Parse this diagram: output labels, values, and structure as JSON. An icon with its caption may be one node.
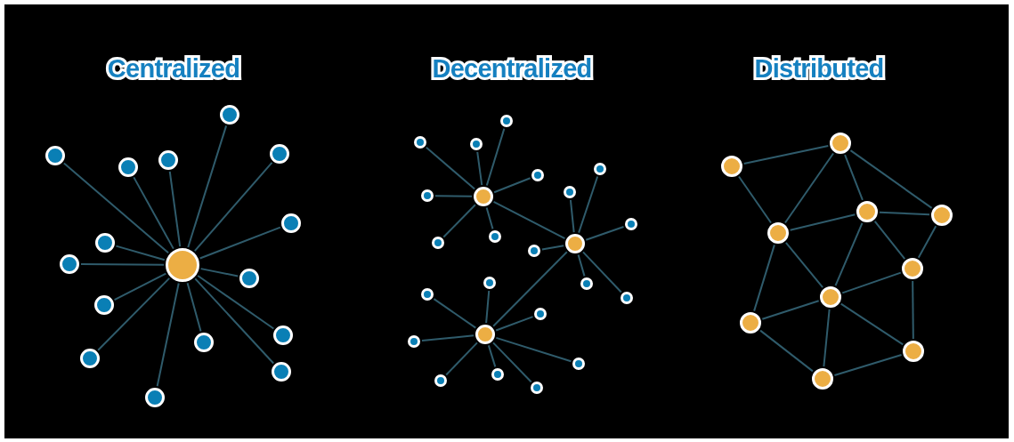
{
  "diagram": {
    "nodes": [
      {
        "text": [],
        "shape": "circle"
      },
      {
        "text": [],
        "shape": "circle"
      },
      {
        "text": [],
        "shape": "circle"
      },
      {
        "text": [],
        "shape": "circle"
      },
      {
        "text": [],
        "shape": "circle"
      },
      {
        "text": [],
        "shape": "circle"
      },
      {
        "text": [],
        "shape": "circle"
      },
      {
        "text": [],
        "shape": "circle"
      },
      {
        "text": [],
        "shape": "circle"
      },
      {
        "text": [],
        "shape": "circle"
      },
      {
        "text": [],
        "shape": "circle"
      },
      {
        "text": [],
        "shape": "circle"
      },
      {
        "text": [],
        "shape": "circle"
      },
      {
        "text": [],
        "shape": "circle"
      },
      {
        "text": [],
        "shape": "circle"
      },
      {
        "text": [],
        "shape": "circle"
      },
      {
        "text": [],
        "shape": "circle"
      },
      {
        "text": [],
        "shape": "circle"
      },
      {
        "text": [],
        "shape": "circle"
      },
      {
        "text": [],
        "shape": "circle"
      },
      {
        "text": [],
        "shape": "circle"
      },
      {
        "text": [],
        "shape": "circle"
      },
      {
        "text": [],
        "shape": "circle"
      },
      {
        "text": [],
        "shape": "circle"
      },
      {
        "text": [],
        "shape": "circle"
      },
      {
        "text": [],
        "shape": "circle"
      },
      {
        "text": [],
        "shape": "circle"
      },
      {
        "text": [],
        "shape": "circle"
      },
      {
        "text": [],
        "shape": "circle"
      },
      {
        "text": [],
        "shape": "circle"
      },
      {
        "text": [],
        "shape": "circle"
      },
      {
        "text": [],
        "shape": "circle"
      },
      {
        "text": [],
        "shape": "circle"
      },
      {
        "text": [],
        "shape": "circle"
      },
      {
        "text": [],
        "shape": "circle"
      },
      {
        "text": [],
        "shape": "circle"
      },
      {
        "text": [],
        "shape": "circle"
      },
      {
        "text": [],
        "shape": "circle"
      },
      {
        "text": [],
        "shape": "circle"
      },
      {
        "text": [],
        "shape": "circle"
      },
      {
        "text": [],
        "shape": "circle"
      },
      {
        "text": [],
        "shape": "circle"
      },
      {
        "text": [],
        "shape": "circle"
      },
      {
        "text": [],
        "shape": "circle"
      },
      {
        "text": [],
        "shape": "circle"
      },
      {
        "text": [],
        "shape": "circle"
      },
      {
        "text": [],
        "shape": "circle"
      },
      {
        "text": [],
        "shape": "circle"
      },
      {
        "text": [],
        "shape": "circle"
      },
      {
        "text": [],
        "shape": "circle"
      }
    ],
    "edges": [
      {
        "from": 0,
        "to": 1,
        "arrow": "none"
      },
      {
        "from": 0,
        "to": 2,
        "arrow": "none"
      },
      {
        "from": 0,
        "to": 3,
        "arrow": "none"
      },
      {
        "from": 0,
        "to": 4,
        "arrow": "none"
      },
      {
        "from": 0,
        "to": 5,
        "arrow": "none"
      },
      {
        "from": 0,
        "to": 6,
        "arrow": "none"
      },
      {
        "from": 0,
        "to": 7,
        "arrow": "none"
      },
      {
        "from": 0,
        "to": 8,
        "arrow": "none"
      },
      {
        "from": 0,
        "to": 9,
        "arrow": "none"
      },
      {
        "from": 0,
        "to": 10,
        "arrow": "none"
      },
      {
        "from": 0,
        "to": 11,
        "arrow": "none"
      },
      {
        "from": 0,
        "to": 12,
        "arrow": "none"
      },
      {
        "from": 0,
        "to": 13,
        "arrow": "none"
      },
      {
        "from": 0,
        "to": 14,
        "arrow": "none"
      },
      {
        "from": 0,
        "to": 15,
        "arrow": "none"
      },
      {
        "from": 16,
        "to": 17,
        "arrow": "none"
      },
      {
        "from": 17,
        "to": 18,
        "arrow": "none"
      },
      {
        "from": 16,
        "to": 19,
        "arrow": "none"
      },
      {
        "from": 16,
        "to": 20,
        "arrow": "none"
      },
      {
        "from": 16,
        "to": 21,
        "arrow": "none"
      },
      {
        "from": 16,
        "to": 22,
        "arrow": "none"
      },
      {
        "from": 16,
        "to": 23,
        "arrow": "none"
      },
      {
        "from": 16,
        "to": 24,
        "arrow": "none"
      },
      {
        "from": 16,
        "to": 25,
        "arrow": "none"
      },
      {
        "from": 17,
        "to": 26,
        "arrow": "none"
      },
      {
        "from": 17,
        "to": 27,
        "arrow": "none"
      },
      {
        "from": 17,
        "to": 28,
        "arrow": "none"
      },
      {
        "from": 17,
        "to": 29,
        "arrow": "none"
      },
      {
        "from": 17,
        "to": 30,
        "arrow": "none"
      },
      {
        "from": 17,
        "to": 31,
        "arrow": "none"
      },
      {
        "from": 18,
        "to": 32,
        "arrow": "none"
      },
      {
        "from": 18,
        "to": 33,
        "arrow": "none"
      },
      {
        "from": 18,
        "to": 34,
        "arrow": "none"
      },
      {
        "from": 18,
        "to": 35,
        "arrow": "none"
      },
      {
        "from": 18,
        "to": 36,
        "arrow": "none"
      },
      {
        "from": 18,
        "to": 37,
        "arrow": "none"
      },
      {
        "from": 18,
        "to": 38,
        "arrow": "none"
      },
      {
        "from": 18,
        "to": 39,
        "arrow": "none"
      },
      {
        "from": 40,
        "to": 41,
        "arrow": "none"
      },
      {
        "from": 40,
        "to": 42,
        "arrow": "none"
      },
      {
        "from": 41,
        "to": 42,
        "arrow": "none"
      },
      {
        "from": 41,
        "to": 43,
        "arrow": "none"
      },
      {
        "from": 41,
        "to": 44,
        "arrow": "none"
      },
      {
        "from": 42,
        "to": 43,
        "arrow": "none"
      },
      {
        "from": 43,
        "to": 44,
        "arrow": "none"
      },
      {
        "from": 43,
        "to": 45,
        "arrow": "none"
      },
      {
        "from": 44,
        "to": 45,
        "arrow": "none"
      },
      {
        "from": 42,
        "to": 46,
        "arrow": "none"
      },
      {
        "from": 43,
        "to": 46,
        "arrow": "none"
      },
      {
        "from": 42,
        "to": 47,
        "arrow": "none"
      },
      {
        "from": 46,
        "to": 45,
        "arrow": "none"
      },
      {
        "from": 47,
        "to": 46,
        "arrow": "none"
      },
      {
        "from": 45,
        "to": 48,
        "arrow": "none"
      },
      {
        "from": 46,
        "to": 48,
        "arrow": "none"
      },
      {
        "from": 46,
        "to": 49,
        "arrow": "none"
      },
      {
        "from": 47,
        "to": 49,
        "arrow": "none"
      },
      {
        "from": 48,
        "to": 49,
        "arrow": "none"
      }
    ],
    "labels": [
      "Centralized",
      "Decentralized",
      "Distributed"
    ]
  }
}
